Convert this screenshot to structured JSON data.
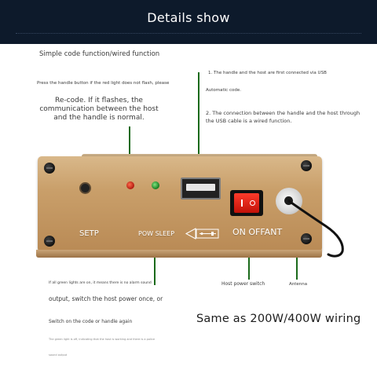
{
  "header": {
    "title": "Details show"
  },
  "left_notes": {
    "title": "Simple code function/wired function",
    "press": "Press the handle button if the red light does not flash, please",
    "recode": "Re-code. If it flashes, the communication between the host and the handle is normal.",
    "green": "If all green lights are on, it means there is no alarm sound",
    "output": "output, switch the host power once, or",
    "switch_on": "Switch on the code or handle again",
    "tiny": "The green light is off, indicating that the host is working and there is a police",
    "sound": "sound output"
  },
  "right_notes": {
    "r1": "1. The handle and the host are first connected via USB",
    "r2": "Automatic code.",
    "r3": "2. The connection between the handle and the host through the USB cable is a wired function."
  },
  "device": {
    "label_setp": "SETP",
    "label_pow_sleep": "POW SLEEP",
    "label_on_off_ant": "ON OFFANT"
  },
  "callouts": {
    "host_power_switch": "Host power switch",
    "antenna": "Antenna"
  },
  "wiring_note": "Same as 200W/400W wiring",
  "colors": {
    "header_bg": "#0d1a2b",
    "callout_line": "#1b6a1b",
    "device_body": "#c99f6a",
    "switch_red": "#e0261a",
    "led_green": "#1fa52a"
  }
}
